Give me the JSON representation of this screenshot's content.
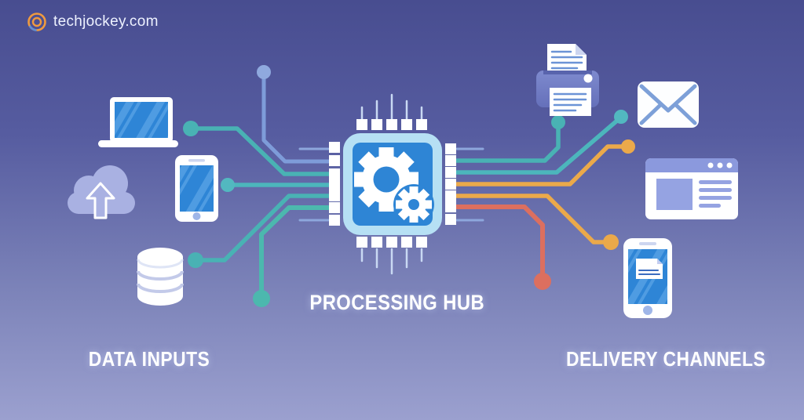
{
  "logo": {
    "text": "techjockey.com",
    "icon": "swirl-at-icon"
  },
  "labels": {
    "hub": "PROCESSING HUB",
    "inputs": "DATA INPUTS",
    "outputs": "DELIVERY CHANNELS"
  },
  "nodes": {
    "inputs": [
      {
        "name": "laptop",
        "icon": "laptop-icon"
      },
      {
        "name": "smartphone",
        "icon": "smartphone-icon"
      },
      {
        "name": "cloud upload",
        "icon": "cloud-upload-icon"
      },
      {
        "name": "database",
        "icon": "database-icon"
      }
    ],
    "hub": {
      "name": "cpu processor with gears",
      "icon": "cpu-gears-icon"
    },
    "outputs": [
      {
        "name": "printer",
        "icon": "printer-icon"
      },
      {
        "name": "email",
        "icon": "email-envelope-icon"
      },
      {
        "name": "web page",
        "icon": "browser-window-icon"
      },
      {
        "name": "mobile message",
        "icon": "mobile-message-icon"
      }
    ]
  },
  "colors": {
    "background_top": "#484d90",
    "background_bottom": "#9ea3d2",
    "trace_teal": "#49b2b4",
    "trace_orange": "#eba94a",
    "trace_red": "#dc6f5f",
    "trace_periwinkle": "#7e9cd9",
    "chip_shell": "#b6e0f4",
    "chip_blue": "#2e85d5",
    "icon_white": "#ffffff",
    "soft_lavender": "#a9b1e2",
    "logo_orange": "#ef9a3f"
  }
}
